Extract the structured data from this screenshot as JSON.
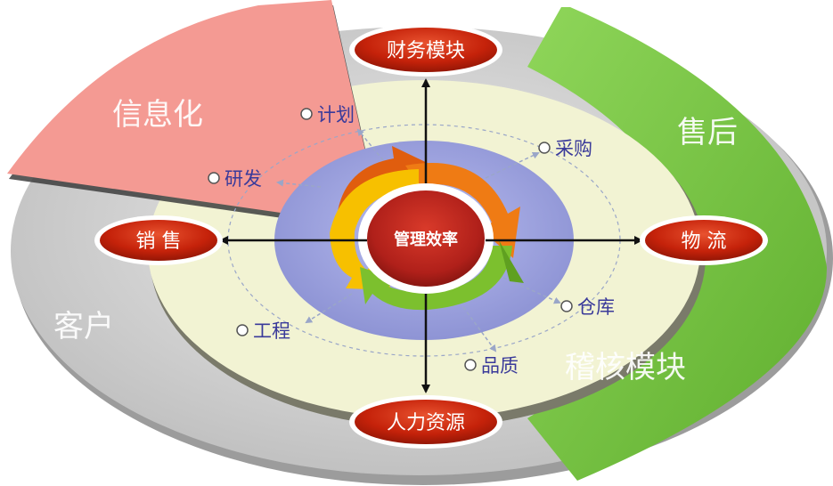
{
  "segments": {
    "info": "信息化",
    "after_sales": "售后",
    "customer": "客户",
    "audit_module": "稽核模块"
  },
  "modules": {
    "top": "财务模块",
    "left": "销 售",
    "right": "物 流",
    "bottom": "人力资源"
  },
  "center": "管理效率",
  "sub_items": {
    "plan": "计划",
    "rnd": "研发",
    "purchase": "采购",
    "warehouse": "仓库",
    "engineering": "工程",
    "quality": "品质"
  },
  "colors": {
    "info_segment": "#f49a93",
    "after_sales_segment": "#78c545",
    "outer_ring": "#cfcfcf",
    "middle_disc": "#f2f3d3",
    "inner_ring": "#9aa0dc",
    "pill_red": "#c5220a",
    "center_red": "#b0201a",
    "arrow_orange": "#ef7b14",
    "arrow_yellow": "#f7c000",
    "arrow_green": "#7cc02e"
  }
}
